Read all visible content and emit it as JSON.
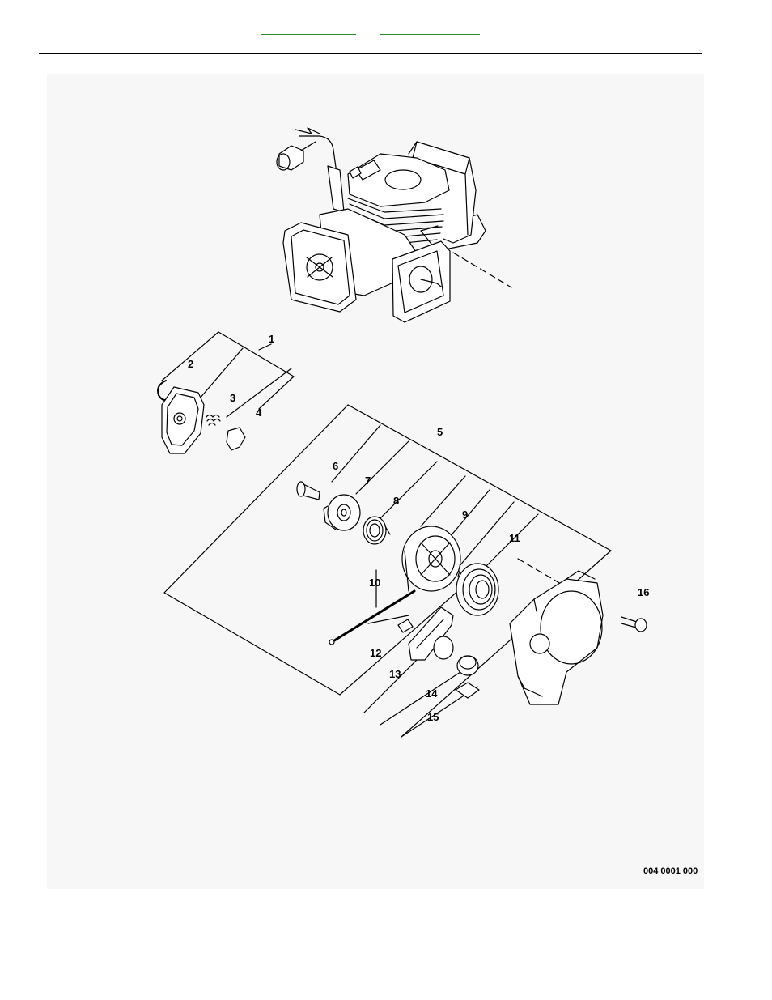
{
  "header": {
    "links": [
      {
        "label": ""
      },
      {
        "label": ""
      }
    ]
  },
  "figure": {
    "reference_number": "004 0001 000",
    "callouts": [
      "1",
      "2",
      "3",
      "4",
      "5",
      "6",
      "7",
      "8",
      "9",
      "10",
      "11",
      "12",
      "13",
      "14",
      "15",
      "16"
    ]
  }
}
